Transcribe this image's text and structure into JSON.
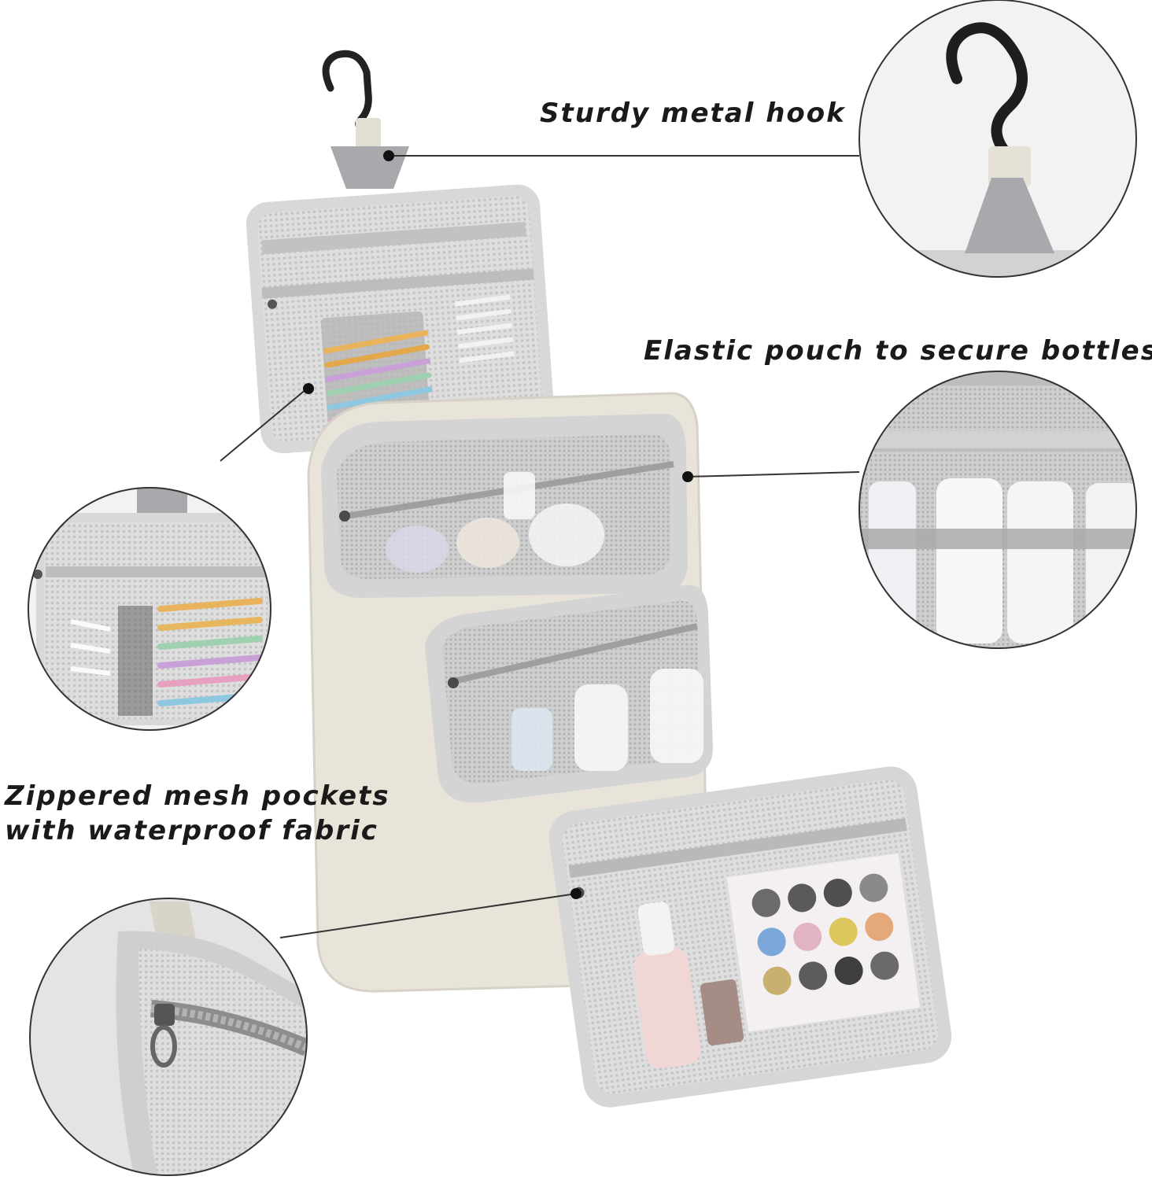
{
  "labels": {
    "hook": "Sturdy metal hook",
    "elastic": "Elastic pouch to secure bottles",
    "zipper_line1": "Zippered mesh pockets",
    "zipper_line2": "with waterproof fabric"
  },
  "colors": {
    "background": "#ffffff",
    "label_text": "#1a1a1a",
    "callout_line": "#333333",
    "fabric_light_gray": "#d4d4d4",
    "fabric_beige": "#e8e4da",
    "mesh_gray": "#c8c8c8",
    "hook_black": "#222222"
  },
  "icons": {
    "hook": "hook-icon",
    "zipper_pull": "zipper-pull-icon"
  }
}
